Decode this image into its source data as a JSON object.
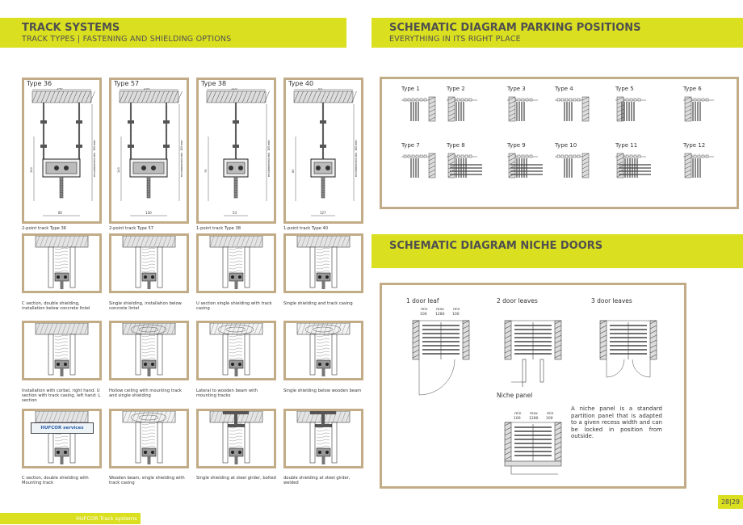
{
  "left_header": {
    "title": "TRACK SYSTEMS",
    "subtitle": "TRACK TYPES | FASTENING AND SHIELDING OPTIONS"
  },
  "right_header": {
    "title": "SCHEMATIC DIAGRAM PARKING POSITIONS",
    "subtitle": "EVERYTHING IN ITS RIGHT PLACE"
  },
  "niche_header": {
    "title": "SCHEMATIC DIAGRAM NICHE DOORS"
  },
  "track_types": [
    {
      "label": "Type 36",
      "caption": "2-point track Type 36",
      "dim_top": "140",
      "dim_bottom": "85",
      "dim_side": "recommended min. 100 mm",
      "dim_mid": "100"
    },
    {
      "label": "Type 57",
      "caption": "2-point track Type 57",
      "dim_top": "200",
      "dim_bottom": "130",
      "dim_side": "recommended min. 100 mm",
      "dim_mid": "140"
    },
    {
      "label": "Type 38",
      "caption": "1-point track Type 38",
      "dim_top": "110",
      "dim_bottom": "53",
      "dim_side": "recommended min. 100 mm",
      "dim_mid": "76"
    },
    {
      "label": "Type 40",
      "caption": "1-point track Type 40",
      "dim_top": "83",
      "dim_bottom": "127",
      "dim_side": "recommended min. 160 mm",
      "dim_mid": "80"
    }
  ],
  "shielding_rows": [
    [
      "C section, double shielding, installation below concrete lintel",
      "Single shielding, installation below concrete lintel",
      "U section single shielding with track casing",
      "Single shielding and track casing"
    ],
    [
      "Installation with corbel, right hand: U section with track casing, left hand: L section",
      "Hollow ceiling with mounting track and single shielding",
      "Lateral to wooden beam with mounting tracks",
      "Single shielding below wooden beam"
    ],
    [
      "C section, double shielding with Mounting track",
      "Wooden beam, single shielding with track casing",
      "Single shielding at steel girder, bolted",
      "double shielding at steel girder, welded"
    ]
  ],
  "bluebox_label": "HUFCOR services",
  "parking_positions": [
    "Type 1",
    "Type 2",
    "Type 3",
    "Type 4",
    "Type 5",
    "Type 6",
    "Type 7",
    "Type 8",
    "Type 9",
    "Type 10",
    "Type 11",
    "Type 12"
  ],
  "niche": {
    "labels": [
      "1 door leaf",
      "2 door leaves",
      "3 door leaves"
    ],
    "dims": [
      "min",
      "max",
      "min",
      "100",
      "1280",
      "100"
    ],
    "panel_label": "Niche panel",
    "panel_text": "A niche panel is a standard partition panel that is adapted to a given recess width and can be locked in position from outside."
  },
  "page_number": "28|29",
  "footer": "HUFCOR Track systems",
  "colors": {
    "accent": "#dadf1f",
    "frame": "#c2ac87",
    "text": "#505050"
  }
}
